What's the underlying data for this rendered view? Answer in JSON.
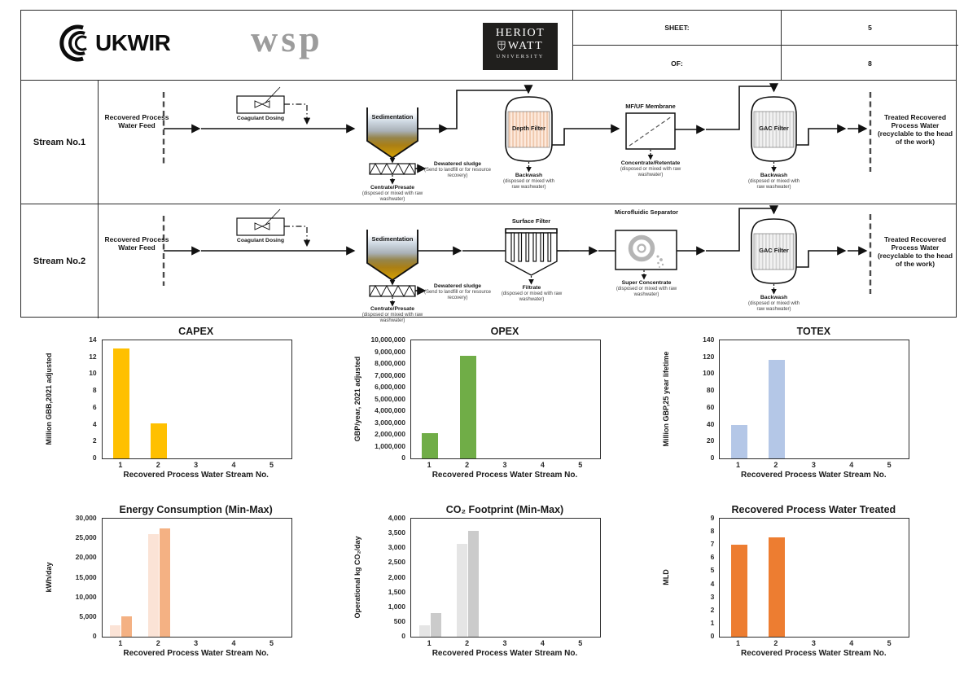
{
  "header": {
    "ukwir_text": "UKWIR",
    "wsp_text": "wsp",
    "hw_line1": "HERIOT",
    "hw_line2": "WATT",
    "hw_line3": "UNIVERSITY",
    "sheet_label": "SHEET:",
    "sheet_value": "5",
    "of_label": "OF:",
    "of_value": "8"
  },
  "streams": {
    "s1": {
      "row_label": "Stream No.1",
      "feed": "Recovered Process Water Feed",
      "coagulant": "Coagulant Dosing",
      "sedimentation": "Sedimentation",
      "dewatered_title": "Dewatered sludge",
      "dewatered_sub": "(Send to landfill or for resource recovery)",
      "centrate_title": "Centrate/Presate",
      "centrate_sub": "(disposed or mixed with raw washwater)",
      "filter": "Depth Filter",
      "filter_waste_title": "Backwash",
      "filter_waste_sub": "(disposed or mixed with raw washwater)",
      "membrane": "MF/UF Membrane",
      "membrane_waste_title": "Concentrate/Retentate",
      "membrane_waste_sub": "(disposed or mixed with raw washwater)",
      "gac": "GAC Filter",
      "gac_waste_title": "Backwash",
      "gac_waste_sub": "(disposed or mixed with raw washwater)",
      "treated": "Treated Recovered Process Water (recyclable to the head of the work)"
    },
    "s2": {
      "row_label": "Stream No.2",
      "feed": "Recovered Process Water Feed",
      "coagulant": "Coagulant Dosing",
      "sedimentation": "Sedimentation",
      "dewatered_title": "Dewatered sludge",
      "dewatered_sub": "(Send to landfill or for resource recovery)",
      "centrate_title": "Centrate/Presate",
      "centrate_sub": "(disposed or mixed with raw washwater)",
      "filter": "Surface Filter",
      "filter_waste_title": "Filtrate",
      "filter_waste_sub": "(disposed or mixed with raw washwater)",
      "separator": "Microfluidic Separator",
      "separator_waste_title": "Super Concentrate",
      "separator_waste_sub": "(disposed or mixed with raw washwater)",
      "gac": "GAC Filter",
      "gac_waste_title": "Backwash",
      "gac_waste_sub": "(disposed or mixed with raw washwater)",
      "treated": "Treated Recovered Process Water (recyclable to the head of the work)"
    }
  },
  "chart_data": [
    {
      "type": "bar",
      "title": "CAPEX",
      "ylabel": "Million GBB,2021 adjusted",
      "xlabel": "Recovered Process Water Stream No.",
      "ylim": [
        0,
        14
      ],
      "ystep": 2,
      "categories": [
        "1",
        "2",
        "3",
        "4",
        "5"
      ],
      "series": [
        {
          "name": "CAPEX",
          "color": "#FFC000",
          "values": [
            13,
            4.2,
            null,
            null,
            null
          ]
        }
      ]
    },
    {
      "type": "bar",
      "title": "OPEX",
      "ylabel": "GBP/year, 2021 adjusted",
      "xlabel": "Recovered Process Water Stream No.",
      "ylim": [
        0,
        10000000
      ],
      "ystep": 1000000,
      "categories": [
        "1",
        "2",
        "3",
        "4",
        "5"
      ],
      "series": [
        {
          "name": "OPEX",
          "color": "#70AD47",
          "values": [
            2150000,
            8700000,
            null,
            null,
            null
          ]
        }
      ]
    },
    {
      "type": "bar",
      "title": "TOTEX",
      "ylabel": "Million GBP,25 year lifetime",
      "xlabel": "Recovered Process Water Stream No.",
      "ylim": [
        0,
        140
      ],
      "ystep": 20,
      "categories": [
        "1",
        "2",
        "3",
        "4",
        "5"
      ],
      "series": [
        {
          "name": "TOTEX",
          "color": "#B4C7E7",
          "values": [
            40,
            117,
            null,
            null,
            null
          ]
        }
      ]
    },
    {
      "type": "bar",
      "title": "Energy Consumption (Min-Max)",
      "ylabel": "kWh/day",
      "xlabel": "Recovered Process Water Stream No.",
      "ylim": [
        0,
        30000
      ],
      "ystep": 5000,
      "categories": [
        "1",
        "2",
        "3",
        "4",
        "5"
      ],
      "series": [
        {
          "name": "Min",
          "color": "#FBE3D6",
          "values": [
            3000,
            26000,
            null,
            null,
            null
          ]
        },
        {
          "name": "Max",
          "color": "#F4B183",
          "values": [
            5200,
            27500,
            null,
            null,
            null
          ]
        }
      ]
    },
    {
      "type": "bar",
      "title": "CO₂ Footprint (Min-Max)",
      "ylabel": "Operational kg CO₂/day",
      "xlabel": "Recovered Process Water Stream No.",
      "ylim": [
        0,
        4000
      ],
      "ystep": 500,
      "categories": [
        "1",
        "2",
        "3",
        "4",
        "5"
      ],
      "series": [
        {
          "name": "Min",
          "color": "#E5E5E5",
          "values": [
            380,
            3150,
            null,
            null,
            null
          ]
        },
        {
          "name": "Max",
          "color": "#CBCBCB",
          "values": [
            800,
            3580,
            null,
            null,
            null
          ]
        }
      ]
    },
    {
      "type": "bar",
      "title": "Recovered Process Water Treated",
      "ylabel": "MLD",
      "xlabel": "Recovered Process Water Stream No.",
      "ylim": [
        0,
        9
      ],
      "ystep": 1,
      "categories": [
        "1",
        "2",
        "3",
        "4",
        "5"
      ],
      "series": [
        {
          "name": "MLD",
          "color": "#ED7D31",
          "values": [
            7,
            7.6,
            null,
            null,
            null
          ]
        }
      ]
    }
  ]
}
